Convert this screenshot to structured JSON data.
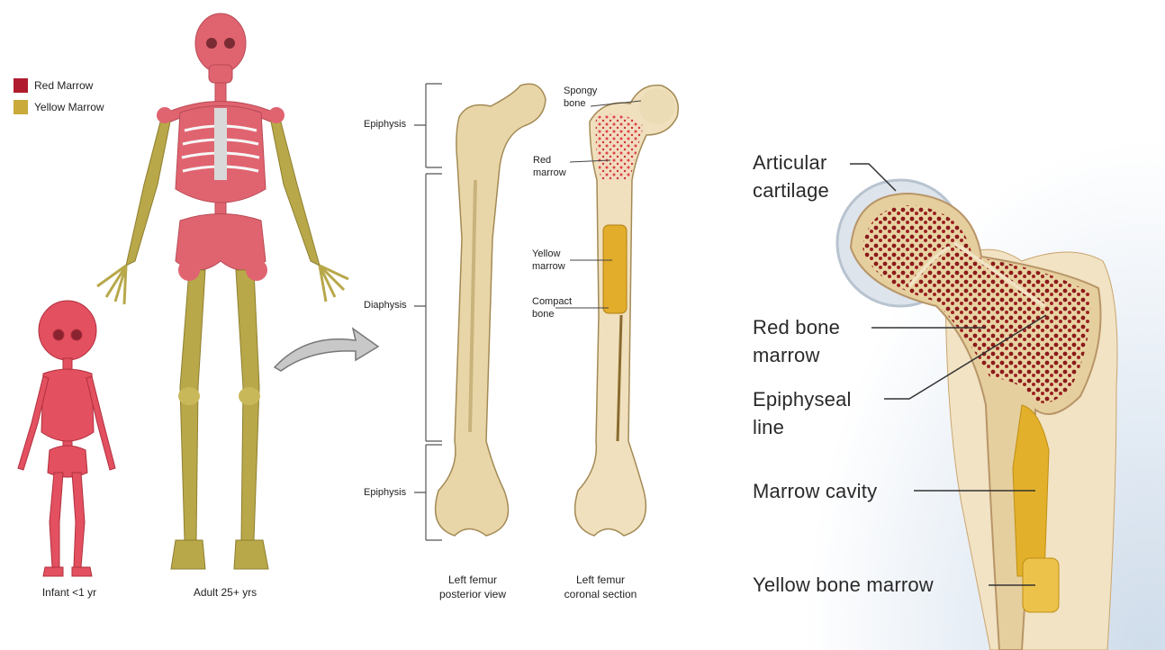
{
  "legend": {
    "items": [
      {
        "label": "Red Marrow",
        "color": "#b01c2e"
      },
      {
        "label": "Yellow Marrow",
        "color": "#c9aa3a"
      }
    ]
  },
  "skeletons": {
    "infant_caption": "Infant <1 yr",
    "adult_caption": "Adult 25+ yrs"
  },
  "femur_regions": {
    "epiphysis_top": "Epiphysis",
    "diaphysis": "Diaphysis",
    "epiphysis_bottom": "Epiphysis"
  },
  "section_labels": {
    "spongy_bone": [
      "Spongy",
      "bone"
    ],
    "red_marrow": [
      "Red",
      "marrow"
    ],
    "yellow_marrow": [
      "Yellow",
      "marrow"
    ],
    "compact_bone": [
      "Compact",
      "bone"
    ]
  },
  "femur_captions": {
    "posterior": [
      "Left femur",
      "posterior view"
    ],
    "coronal": [
      "Left femur",
      "coronal section"
    ]
  },
  "detail_labels": {
    "articular_cartilage": [
      "Articular",
      "cartilage"
    ],
    "red_bone_marrow": [
      "Red bone",
      "marrow"
    ],
    "epiphyseal_line": [
      "Epiphyseal",
      "line"
    ],
    "marrow_cavity": "Marrow cavity",
    "yellow_bone_marrow": "Yellow bone marrow"
  },
  "colors": {
    "red_bone": "#e06470",
    "yellow_bone": "#b8a84a",
    "bone_tan": "#e9d6a8",
    "marrow_dark": "#8a1a1a",
    "yellow_cavity": "#e2b02a"
  }
}
